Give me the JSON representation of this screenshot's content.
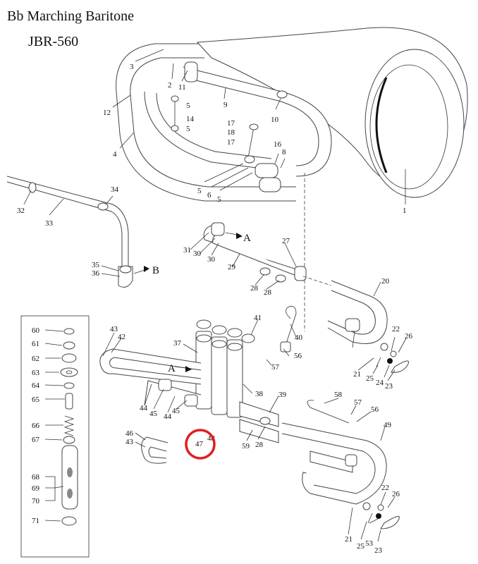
{
  "title": "Bb Marching Baritone",
  "model": "JBR-560",
  "callouts": {
    "a_top": "A",
    "a_mid": "A",
    "b": "B"
  },
  "part_numbers": {
    "p1": "1",
    "p2": "2",
    "p3": "3",
    "p4": "4",
    "p5a": "5",
    "p5b": "5",
    "p5c": "5",
    "p5d": "5",
    "p6": "6",
    "p8": "8",
    "p9": "9",
    "p10": "10",
    "p11": "11",
    "p12": "12",
    "p14": "14",
    "p16": "16",
    "p17a": "17",
    "p17b": "17",
    "p18": "18",
    "p20": "20",
    "p21a": "21",
    "p21b": "21",
    "p22a": "22",
    "p22b": "22",
    "p23a": "23",
    "p23b": "23",
    "p24": "24",
    "p25a": "25",
    "p25b": "25",
    "p26a": "26",
    "p26b": "26",
    "p27": "27",
    "p28a": "28",
    "p28b": "28",
    "p28c": "28",
    "p29": "29",
    "p30a": "30",
    "p30b": "30",
    "p31": "31",
    "p32": "32",
    "p33": "33",
    "p34": "34",
    "p35": "35",
    "p36": "36",
    "p37": "37",
    "p38": "38",
    "p39": "39",
    "p40": "40",
    "p41": "41",
    "p42": "42",
    "p43a": "43",
    "p43b": "43",
    "p44a": "44",
    "p44b": "44",
    "p45a": "45",
    "p45b": "45",
    "p46": "46",
    "p47": "47",
    "p48": "48",
    "p49": "49",
    "p53": "53",
    "p56a": "56",
    "p56b": "56",
    "p57a": "57",
    "p57b": "57",
    "p58": "58",
    "p59": "59",
    "p60": "60",
    "p61": "61",
    "p62": "62",
    "p63": "63",
    "p64": "64",
    "p65": "65",
    "p66": "66",
    "p67": "67",
    "p68": "68",
    "p69": "69",
    "p70": "70",
    "p71": "71"
  },
  "highlight_color": "#e02020"
}
